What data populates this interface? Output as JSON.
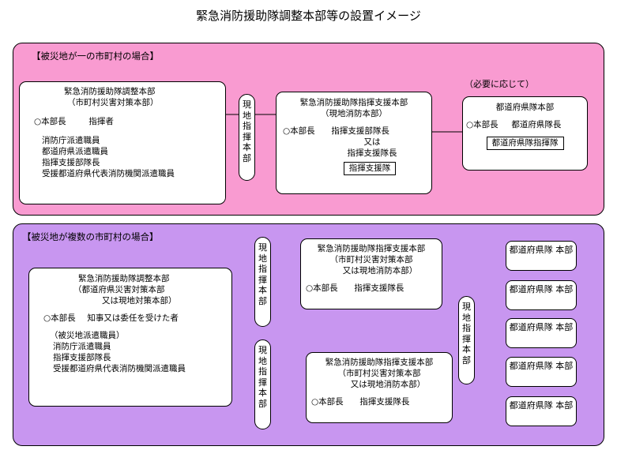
{
  "title": "緊急消防援助隊調整本部等の設置イメージ",
  "single": {
    "label": "【被災地が一の市町村の場合】",
    "coord_hq": {
      "name": "緊急消防援助隊調整本部",
      "sub": "（市町村災害対策本部）",
      "chief_label": "○本部長",
      "chief_value": "指揮者",
      "members": [
        "消防庁派遣職員",
        "都道府県派遣職員",
        "指揮支援部隊長",
        "受援都道府県代表消防機関派遣職員"
      ]
    },
    "field_hq_chars": [
      "現",
      "地",
      "指",
      "揮",
      "本",
      "部"
    ],
    "support_hq": {
      "name": "緊急消防援助隊指揮支援本部",
      "sub": "（現地消防本部）",
      "chief_label": "○本部長",
      "chief_value": "指揮支援部隊長",
      "or": "又は",
      "alt": "指揮支援隊長",
      "unit_box": "指揮支援隊"
    },
    "note": "（必要に応じて）",
    "pref_hq": {
      "name": "都道府県隊本部",
      "chief_label": "○本部長",
      "chief_value": "都道府県隊長",
      "unit_box": "都道府県隊指揮隊"
    }
  },
  "multiple": {
    "label": "【被災地が複数の市町村の場合】",
    "coord_hq": {
      "name": "緊急消防援助隊調整本部",
      "sub1": "（都道府県災害対策本部",
      "sub2": "又は現地対策本部）",
      "chief_label": "○本部長",
      "chief_value": "知事又は委任を受けた者",
      "members": [
        "（被災地派遣職員）",
        "消防庁派遣職員",
        "指揮支援部隊長",
        "受援都道府県代表消防機関派遣職員"
      ]
    },
    "field_hq_chars": [
      "現",
      "地",
      "指",
      "揮",
      "本",
      "部"
    ],
    "support_hq_upper": {
      "name": "緊急消防援助隊指揮支援本部",
      "sub1": "（市町村災害対策本部",
      "sub2": "又は現地消防本部）",
      "chief_label": "○本部長",
      "chief_value": "指揮支援隊長"
    },
    "support_hq_lower": {
      "name": "緊急消防援助隊指揮支援本部",
      "sub1": "（市町村災害対策本部",
      "sub2": "又は現地消防本部）",
      "chief_label": "○本部長",
      "chief_value": "指揮支援隊長"
    },
    "pref_units": [
      {
        "line1": "都道府県隊",
        "line2": "本部"
      },
      {
        "line1": "都道府県隊",
        "line2": "本部"
      },
      {
        "line1": "都道府県隊",
        "line2": "本部"
      },
      {
        "line1": "都道府県隊",
        "line2": "本部"
      },
      {
        "line1": "都道府県隊",
        "line2": "本部"
      }
    ]
  }
}
